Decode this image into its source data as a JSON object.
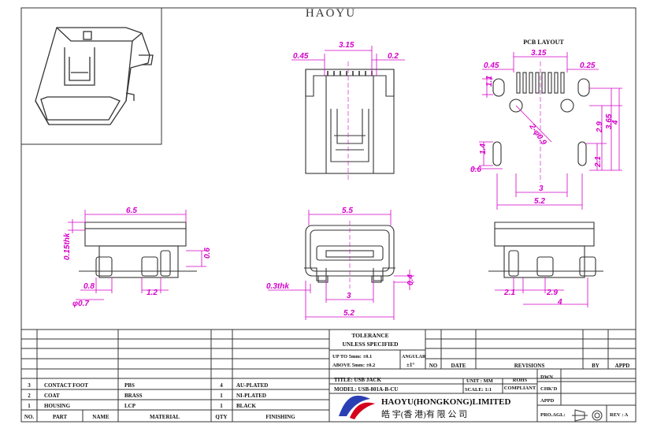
{
  "brand": "HAOYU",
  "pcb": {
    "title": "PCB LAYOUT",
    "dims": {
      "w": "3.15",
      "left": "0.45",
      "right": "0.25",
      "h1": "1.1",
      "dia": "2-φ0.9",
      "v1": "3.65",
      "v2": "4",
      "v3": "2.9",
      "v4": "1.4",
      "v5": "0.6",
      "v6": "2.1",
      "b1": "3",
      "b2": "5.2"
    }
  },
  "top_view": {
    "d1": "0.45",
    "d2": "3.15",
    "d3": "0.2"
  },
  "left_view": {
    "w": "6.5",
    "thk": "0.15thk",
    "h": "0.6",
    "d1": "0.8",
    "d2": "φ0.7",
    "d3": "1.2"
  },
  "front_view": {
    "w": "5.5",
    "thk": "0.3thk",
    "w2": "3",
    "w3": "5.2",
    "h": "0.4"
  },
  "right_view": {
    "d1": "2.1",
    "d2": "2.9",
    "d3": "4"
  },
  "tolerance": {
    "title": "TOLERANCE",
    "unless": "UNLESS SPECIFIED",
    "up_to": "UP TO 5mm: ±0.1",
    "above": "ABOVE 5mm: ±0.2",
    "angular": "ANGULAR",
    "angular_val": "±1°"
  },
  "revision_headers": [
    "NO",
    "DATE",
    "REVISIONS",
    "BY",
    "APPD"
  ],
  "title_block": {
    "title": "TITLE:  USB JACK",
    "model": "MODEL:  USB-801A-B-CU",
    "unit_label": "UNIT : MM",
    "scale_label": "SCALE:  1:1",
    "rohs": "ROHS",
    "compliant": "COMPLIANT",
    "dwn": "DWN",
    "chkd": "CHK'D",
    "appd": "APPD",
    "company_en": "HAOYU(HONGKONG)LIMITED",
    "company_cn": "皓 宇(香 港)有 限 公 司",
    "proj": "PRO.AGL:",
    "rev": "REV : A"
  },
  "bom": {
    "headers": [
      "NO.",
      "PART",
      "NAME",
      "MATERIAL",
      "QTY",
      "FINISHING"
    ],
    "rows": [
      {
        "no": "3",
        "part": "CONTACT FOOT",
        "material": "PBS",
        "qty": "4",
        "finish": "AU-PLATED"
      },
      {
        "no": "2",
        "part": "COAT",
        "material": "BRASS",
        "qty": "1",
        "finish": "NI-PLATED"
      },
      {
        "no": "1",
        "part": "HOUSING",
        "material": "LCP",
        "qty": "1",
        "finish": "BLACK"
      }
    ]
  },
  "colors": {
    "dimension": "#d400c8",
    "ink": "#333333",
    "logo": "#2b3fb5"
  }
}
